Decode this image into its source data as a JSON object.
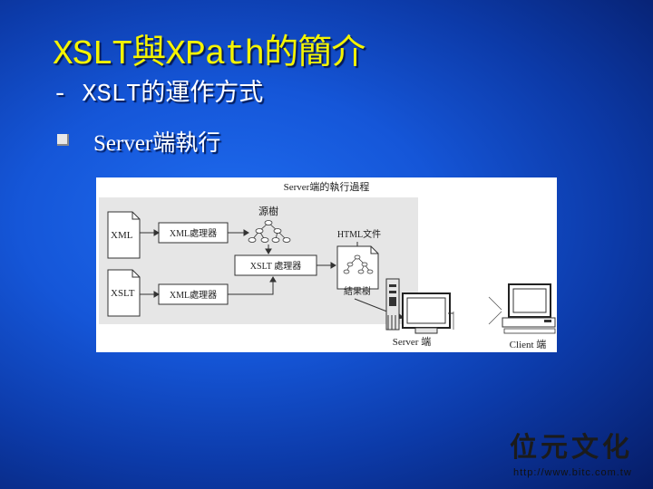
{
  "slide": {
    "title": "XSLT與XPath的簡介",
    "subtitle": "- XSLT的運作方式",
    "bullet": "Server端執行"
  },
  "diagram": {
    "title": "Server端的執行過程",
    "doc_xml": "XML",
    "doc_xslt": "XSLT",
    "processor_1": "XML處理器",
    "processor_2": "XML處理器",
    "source_tree": "源樹",
    "xslt_processor": "XSLT 處理器",
    "html_document": "HTML文件",
    "result_tree": "結果樹",
    "server_label": "Server 端",
    "client_label": "Client 端"
  },
  "logo": {
    "name": "位元文化",
    "url": "http://www.bitc.com.tw"
  },
  "colors": {
    "title": "#f4f400",
    "background": "#1556d8"
  }
}
